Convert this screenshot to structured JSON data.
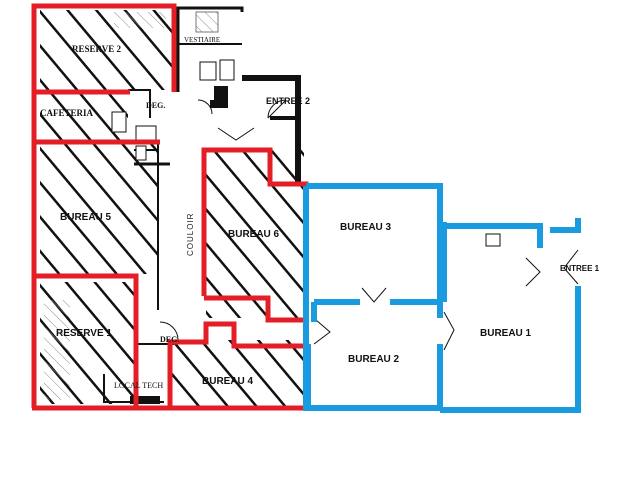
{
  "plan": {
    "colors": {
      "red_zone": "#e41e26",
      "blue_zone": "#1a9be0",
      "wall": "#111111",
      "hatch": "#111111",
      "grey_hatch": "#9a9a9a"
    },
    "rooms": {
      "reserve_2": "RESERVE 2",
      "vestiaire": "VESTIAIRE",
      "cafeteria": "CAFETERIA",
      "deg_top": "DEG.",
      "entree_2": "ENTREE 2",
      "bureau_5": "BUREAU 5",
      "couloir": "COULOIR",
      "bureau_6": "BUREAU 6",
      "bureau_3": "BUREAU 3",
      "entree_1": "ENTREE 1",
      "bureau_1": "BUREAU 1",
      "bureau_2": "BUREAU 2",
      "reserve_1": "RESERVE 1",
      "deg_bottom": "DEG.",
      "local_tech": "LOCAL TECH",
      "bureau_4": "BUREAU 4"
    }
  }
}
